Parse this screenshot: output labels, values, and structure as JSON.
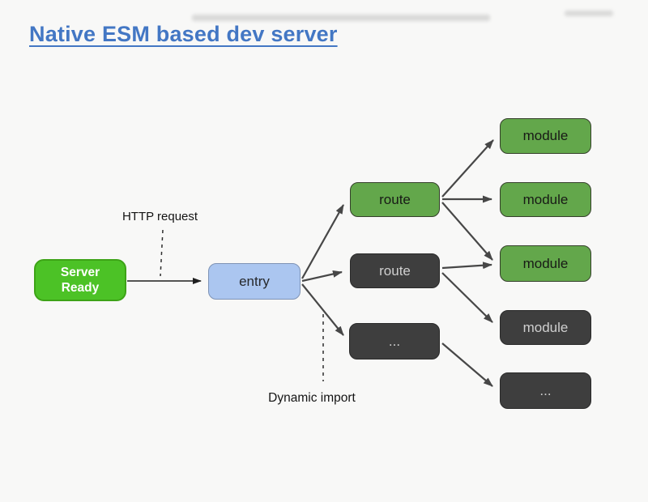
{
  "title": {
    "text": "Native ESM based dev server"
  },
  "annotations": {
    "http_request": "HTTP request",
    "dynamic_import": "Dynamic import"
  },
  "nodes": {
    "server_ready": {
      "label": "Server\nReady"
    },
    "entry": {
      "label": "entry"
    },
    "route_top": {
      "label": "route"
    },
    "route_mid": {
      "label": "route"
    },
    "routes_more": {
      "label": "..."
    },
    "module_1": {
      "label": "module"
    },
    "module_2": {
      "label": "module"
    },
    "module_3": {
      "label": "module"
    },
    "module_4": {
      "label": "module"
    },
    "modules_more": {
      "label": "..."
    }
  },
  "colors": {
    "background": "#f8f8f7",
    "title_blue": "#4377c4",
    "server_green": "#4cc226",
    "box_green": "#63a74b",
    "box_dark": "#3e3e3e",
    "entry_blue": "#abc6f0",
    "arrow": "#474747"
  }
}
